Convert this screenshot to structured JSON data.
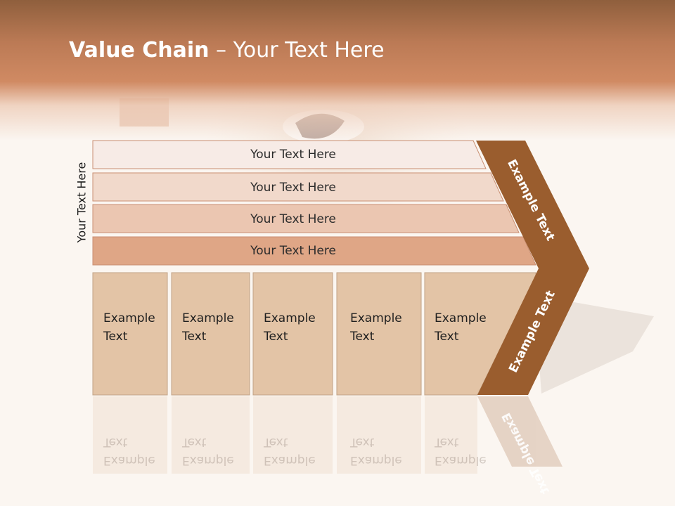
{
  "title": {
    "bold": "Value Chain",
    "rest": " – Your Text Here"
  },
  "side_label": "Your Text Here",
  "rows": [
    {
      "label": "Your Text Here"
    },
    {
      "label": "Your Text Here"
    },
    {
      "label": "Your Text Here"
    },
    {
      "label": "Your Text Here"
    }
  ],
  "columns": [
    {
      "line1": "Example",
      "line2": "Text"
    },
    {
      "line1": "Example",
      "line2": "Text"
    },
    {
      "line1": "Example",
      "line2": "Text"
    },
    {
      "line1": "Example",
      "line2": "Text"
    },
    {
      "line1": "Example",
      "line2": "Text"
    }
  ],
  "chevron": {
    "upper_label": "Example Text",
    "lower_label": "Example Text"
  },
  "colors": {
    "chevron": "#9a5d2e",
    "row1": "#f7ebe6",
    "row2": "#f1d9cb",
    "row3": "#ebc6b1",
    "row4": "#dfa686",
    "column": "#e3c4a6",
    "header": "#c17d56"
  }
}
